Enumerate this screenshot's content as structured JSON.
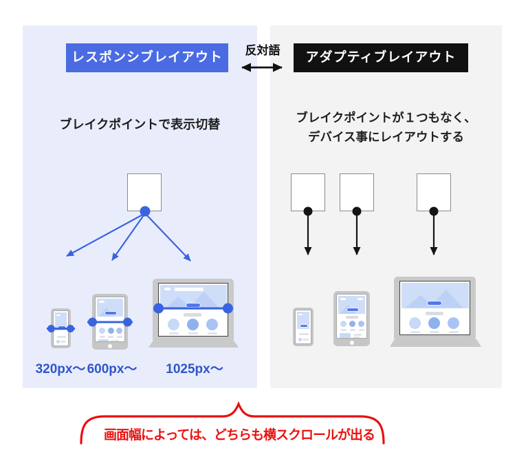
{
  "colors": {
    "responsive_accent": "#4a6be2",
    "adaptive_accent": "#111111",
    "diagram_blue": "#3a63e0",
    "label_blue": "#2f55cc",
    "note_red": "#e8100e",
    "left_panel_bg": "#e9edfb",
    "right_panel_bg": "#f3f3f3"
  },
  "header": {
    "responsive_badge": "レスポンシブレイアウト",
    "adaptive_badge": "アダプティブレイアウト",
    "relation_label": "反対語"
  },
  "responsive": {
    "caption": "ブレイクポイントで表示切替",
    "breakpoints": [
      "320px〜",
      "600px〜",
      "1025px〜"
    ]
  },
  "adaptive": {
    "caption_line1": "ブレイクポイントが１つもなく、",
    "caption_line2": "デバイス事にレイアウトする"
  },
  "footer": {
    "note": "画面幅によっては、どちらも横スクロールが出る"
  }
}
